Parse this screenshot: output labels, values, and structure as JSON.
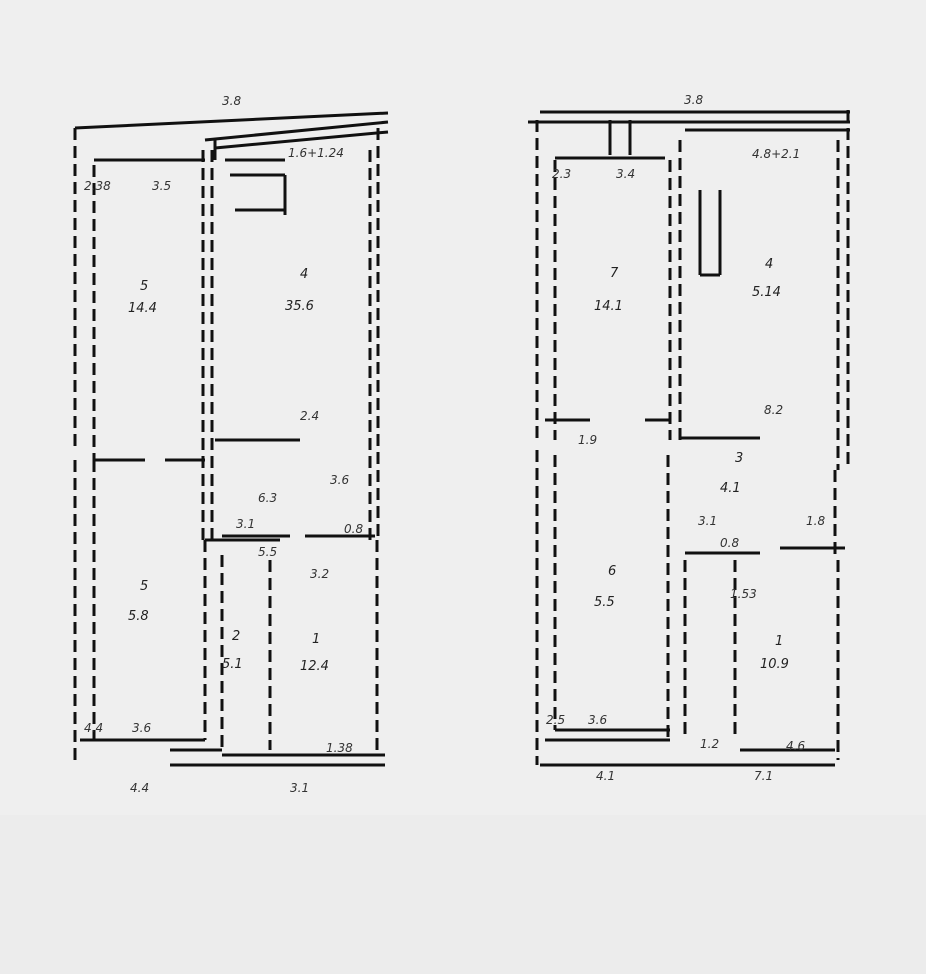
{
  "left_plan": {
    "overall_width": "3.8",
    "bottom_dims": [
      "4.4",
      "3.1"
    ],
    "rooms": [
      {
        "number": "5",
        "area": "14.4"
      },
      {
        "number": "4",
        "area": "35.6"
      },
      {
        "number": "5",
        "area": "5.8"
      },
      {
        "number": "2",
        "area": "5.1"
      },
      {
        "number": "1",
        "area": "12.4"
      }
    ],
    "notes": [
      "1.6+1.24",
      "2.38",
      "3.5",
      "6.3",
      "3.1",
      "0.8",
      "3.6",
      "3.2",
      "2.4",
      "4.4",
      "3.6",
      "1.38",
      "5.5"
    ]
  },
  "right_plan": {
    "overall_width": "3.8",
    "bottom_dims": [
      "4.1",
      "7.1"
    ],
    "rooms": [
      {
        "number": "7",
        "area": "14.1"
      },
      {
        "number": "4",
        "area": "5.14"
      },
      {
        "number": "3",
        "area": "4.1"
      },
      {
        "number": "6",
        "area": "5.5"
      },
      {
        "number": "1",
        "area": "10.9"
      }
    ],
    "notes": [
      "4.8+2.1",
      "2.3",
      "3.4",
      "1.9",
      "8.2",
      "0.8",
      "3.1",
      "1.8",
      "2.5",
      "3.6",
      "1.2",
      "4.6",
      "1.53"
    ]
  }
}
